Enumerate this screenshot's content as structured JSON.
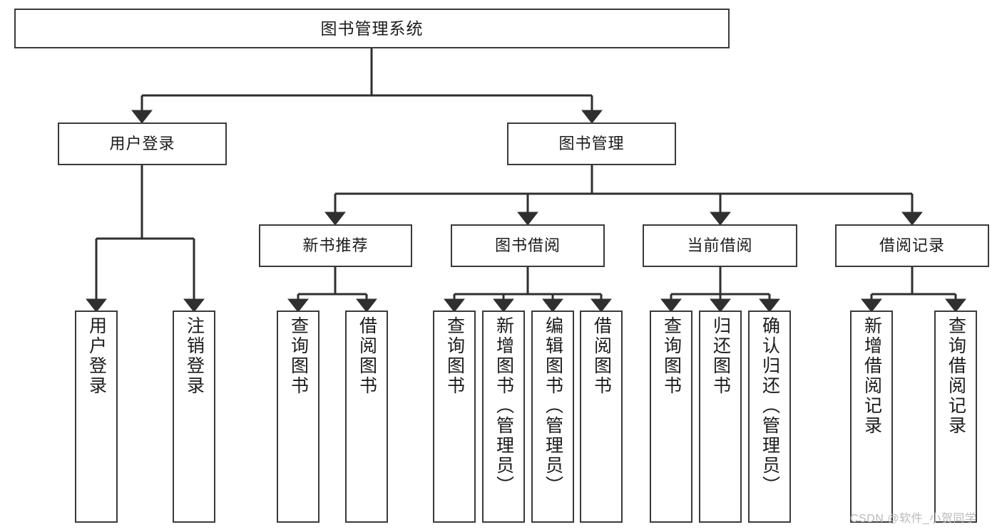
{
  "diagram": {
    "title": "图书管理系统",
    "type": "tree",
    "colors": {
      "box_border": "#3a3a3a",
      "box_fill": "#ffffff",
      "connector": "#2f2f2f",
      "text": "#1b1b1b",
      "watermark": "#b9b9b9"
    },
    "root": {
      "label": "图书管理系统"
    },
    "level2": [
      {
        "label": "用户登录"
      },
      {
        "label": "图书管理"
      }
    ],
    "level3": [
      {
        "label": "新书推荐"
      },
      {
        "label": "图书借阅"
      },
      {
        "label": "当前借阅"
      },
      {
        "label": "借阅记录"
      }
    ],
    "leaves": {
      "user_login": [
        {
          "label": "用户登录"
        },
        {
          "label": "注销登录"
        }
      ],
      "new_book_recommend": [
        {
          "label": "查询图书"
        },
        {
          "label": "借阅图书"
        }
      ],
      "book_borrow": [
        {
          "label": "查询图书"
        },
        {
          "label": "新增图书（管理员）"
        },
        {
          "label": "编辑图书（管理员）"
        },
        {
          "label": "借阅图书"
        }
      ],
      "current_borrow": [
        {
          "label": "查询图书"
        },
        {
          "label": "归还图书"
        },
        {
          "label": "确认归还（管理员）"
        }
      ],
      "borrow_records": [
        {
          "label": "新增借阅记录"
        },
        {
          "label": "查询借阅记录"
        }
      ]
    }
  },
  "watermark": {
    "text": "CSDN @软件_小贺同学"
  }
}
